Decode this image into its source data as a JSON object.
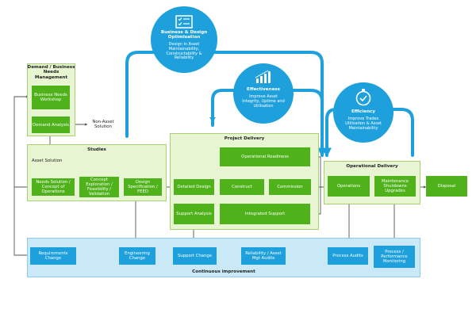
{
  "colors": {
    "green": "#4fb21b",
    "light_green": "#e8f5d2",
    "blue": "#1ea0dc",
    "light_blue": "#c9e9f7"
  },
  "demand": {
    "title": "Demand / Business Needs Management",
    "workshop": "Business Needs Workshop",
    "analysis": "Demand Analysis",
    "non_asset": "Non-Asset Solution"
  },
  "studies": {
    "title": "Studies",
    "asset_solution": "Asset Solution",
    "needs": "Needs Solution / Concept of Operations",
    "concept": "Concept Exploration / Feasibility / Validation",
    "design_spec": "Design Specification / FEED"
  },
  "project": {
    "title": "Project Delivery",
    "readiness": "Operational Readiness",
    "detailed_design": "Detailed Design",
    "construct": "Construct",
    "commission": "Commission",
    "support_analysis": "Support Analysis",
    "integrated_support": "Integrated Support"
  },
  "operational": {
    "title": "Operational Delivery",
    "operations": "Operations",
    "maintenance": "Maintenance Shutdowns Upgrades"
  },
  "disposal": "Disposal",
  "continuous": {
    "title": "Continuous improvement",
    "requirements": "Requirements Change",
    "engineering": "Engineering Change",
    "support": "Support Change",
    "reliability": "Reliability / Asset Mgt Audits",
    "process_audits": "Process Audits",
    "process_perf": "Process / Performance Monitoring"
  },
  "optimisation": {
    "title": "Business & Design Optimisation",
    "subtitle": "Design in Asset Maintainability, Constructability & Reliability",
    "icon": "checklist-icon"
  },
  "effectiveness": {
    "title": "Effectiveness",
    "subtitle": "Improve Asset Integrity, Uptime and Utilisation",
    "icon": "bar-chart-icon"
  },
  "efficiency": {
    "title": "Efficiency",
    "subtitle": "Improve Trades Utilisation & Asset Maintainability",
    "icon": "stopwatch-check-icon"
  }
}
